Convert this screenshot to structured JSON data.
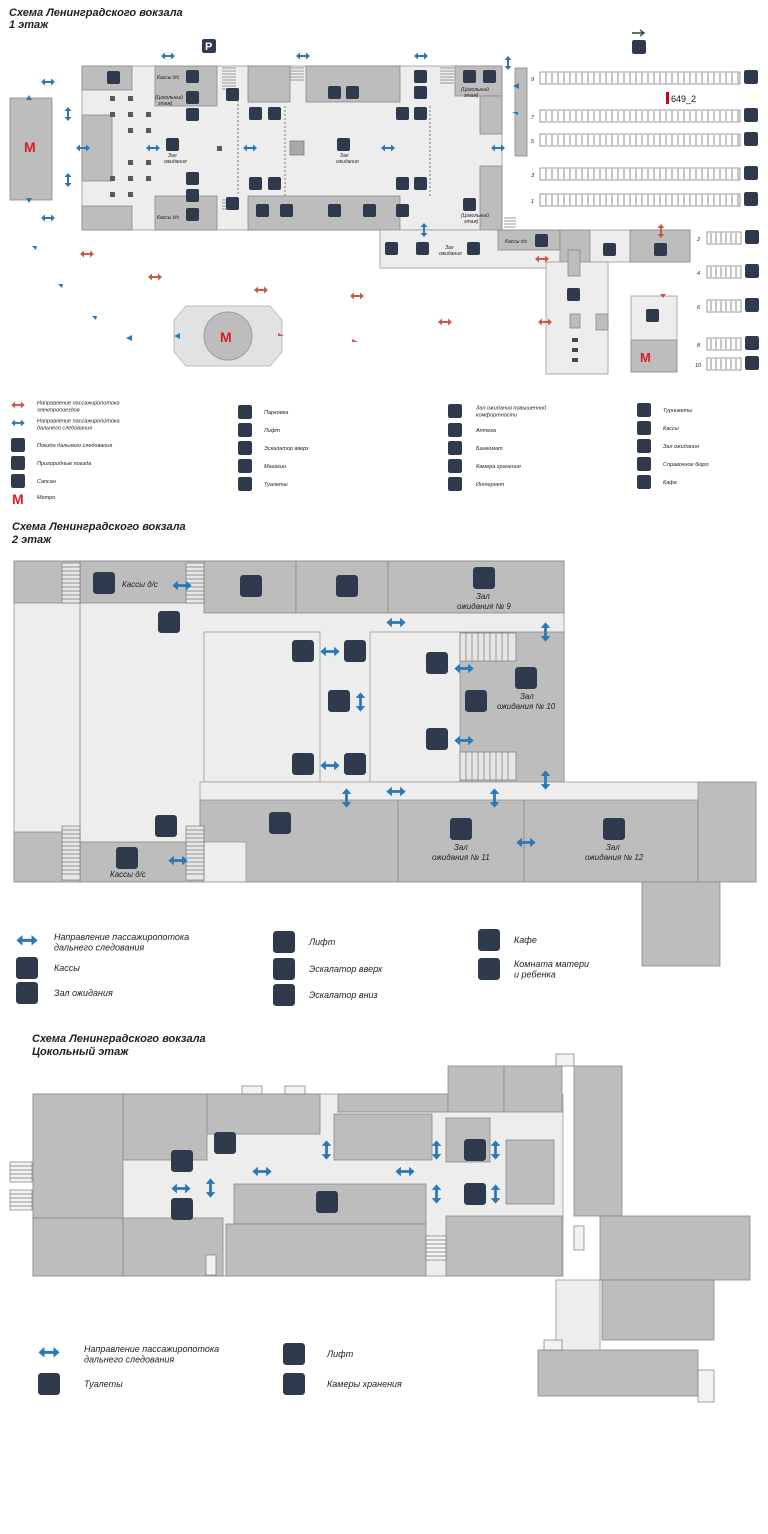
{
  "floor1": {
    "title1": "Схема Ленинградского вокзала",
    "title2": "1 этаж",
    "labels": {
      "kassy_ds_top": "Кассы д/с",
      "kassy_ds_bottom": "Кассы д/с",
      "tsokolny_left": [
        "(Цокольный",
        "этаж)"
      ],
      "tsokolny_right_top": [
        "(Цокольный",
        "этаж)"
      ],
      "tsokolny_right_bottom": [
        "(Цокольный",
        "этаж)"
      ],
      "zal_left": [
        "Зал",
        "ожидания"
      ],
      "zal_center": [
        "Зал",
        "ожидания"
      ],
      "zal_bottom": [
        "Зал",
        "ожидания"
      ],
      "kassy_ps": "Кассы п/с",
      "tag": "649_2"
    },
    "platforms_left": [
      "9",
      "7",
      "5",
      "3",
      "1"
    ],
    "platforms_right": [
      "2",
      "4",
      "6",
      "8",
      "10"
    ],
    "legend": [
      {
        "icon": "red-double-arrow",
        "lines": [
          "Направление пассажиропотока",
          "электропоездов"
        ]
      },
      {
        "icon": "blue-double-arrow",
        "lines": [
          "Направление пассажиропотока",
          "дальнего следования"
        ]
      },
      {
        "icon": "long-distance-train-icon",
        "lines": [
          "Поезда дальнего следования"
        ]
      },
      {
        "icon": "suburban-train-icon",
        "lines": [
          "Пригородные поезда"
        ]
      },
      {
        "icon": "sapsan-icon",
        "lines": [
          "Сапсан"
        ]
      },
      {
        "icon": "metro-icon",
        "lines": [
          "Метро"
        ]
      },
      {
        "icon": "parking-icon",
        "lines": [
          "Парковка"
        ]
      },
      {
        "icon": "elevator-icon",
        "lines": [
          "Лифт"
        ]
      },
      {
        "icon": "escalator-up-icon",
        "lines": [
          "Эскалатор вверх"
        ]
      },
      {
        "icon": "shop-icon",
        "lines": [
          "Магазин"
        ]
      },
      {
        "icon": "toilet-icon",
        "lines": [
          "Туалеты"
        ]
      },
      {
        "icon": "comfort-lounge-icon",
        "lines": [
          "Зал ожидания повышенной",
          "комфортности"
        ]
      },
      {
        "icon": "pharmacy-icon",
        "lines": [
          "Аптека"
        ]
      },
      {
        "icon": "atm-icon",
        "lines": [
          "Банкомат"
        ]
      },
      {
        "icon": "luggage-icon",
        "lines": [
          "Камера хранения"
        ]
      },
      {
        "icon": "internet-icon",
        "lines": [
          "Интернет"
        ]
      },
      {
        "icon": "turnstile-icon",
        "lines": [
          "Турникеты"
        ]
      },
      {
        "icon": "ticket-office-icon",
        "lines": [
          "Кассы"
        ]
      },
      {
        "icon": "waiting-room-icon",
        "lines": [
          "Зал ожидания"
        ]
      },
      {
        "icon": "info-icon",
        "lines": [
          "Справочное бюро"
        ]
      },
      {
        "icon": "cafe-icon",
        "lines": [
          "Кафе"
        ]
      }
    ]
  },
  "floor2": {
    "title1": "Схема Ленинградского вокзала",
    "title2": "2 этаж",
    "labels": {
      "kassy_top": "Кассы д/с",
      "kassy_bottom": "Кассы д/с",
      "zal9": [
        "Зал",
        "ожидания № 9"
      ],
      "zal10": [
        "Зал",
        "ожидания № 10"
      ],
      "zal11": [
        "Зал",
        "ожидания № 11"
      ],
      "zal12": [
        "Зал",
        "ожидания № 12"
      ]
    },
    "legend": [
      {
        "icon": "blue-double-arrow",
        "lines": [
          "Направление пассажиропотока",
          "дальнего следования"
        ]
      },
      {
        "icon": "ticket-office-icon",
        "lines": [
          "Кассы"
        ]
      },
      {
        "icon": "waiting-room-icon",
        "lines": [
          "Зал ожидания"
        ]
      },
      {
        "icon": "elevator-icon",
        "lines": [
          "Лифт"
        ]
      },
      {
        "icon": "escalator-up-icon",
        "lines": [
          "Эскалатор вверх"
        ]
      },
      {
        "icon": "escalator-down-icon",
        "lines": [
          "Эскалатор вниз"
        ]
      },
      {
        "icon": "cafe-icon",
        "lines": [
          "Кафе"
        ]
      },
      {
        "icon": "mother-child-icon",
        "lines": [
          "Комната матери",
          "и ребенка"
        ]
      }
    ]
  },
  "floor0": {
    "title1": "Схема Ленинградского вокзала",
    "title2": "Цокольный этаж",
    "legend": [
      {
        "icon": "blue-double-arrow",
        "lines": [
          "Направление пассажиропотока",
          "дальнего следования"
        ]
      },
      {
        "icon": "toilet-icon",
        "lines": [
          "Туалеты"
        ]
      },
      {
        "icon": "elevator-icon",
        "lines": [
          "Лифт"
        ]
      },
      {
        "icon": "luggage-icon",
        "lines": [
          "Камеры хранения"
        ]
      }
    ]
  },
  "colors": {
    "blue_arrow": "#2a78b6",
    "red_arrow": "#c9574a",
    "icon": "#2f3b4c",
    "metro": "#d71e26",
    "tag": "#d0021b"
  }
}
